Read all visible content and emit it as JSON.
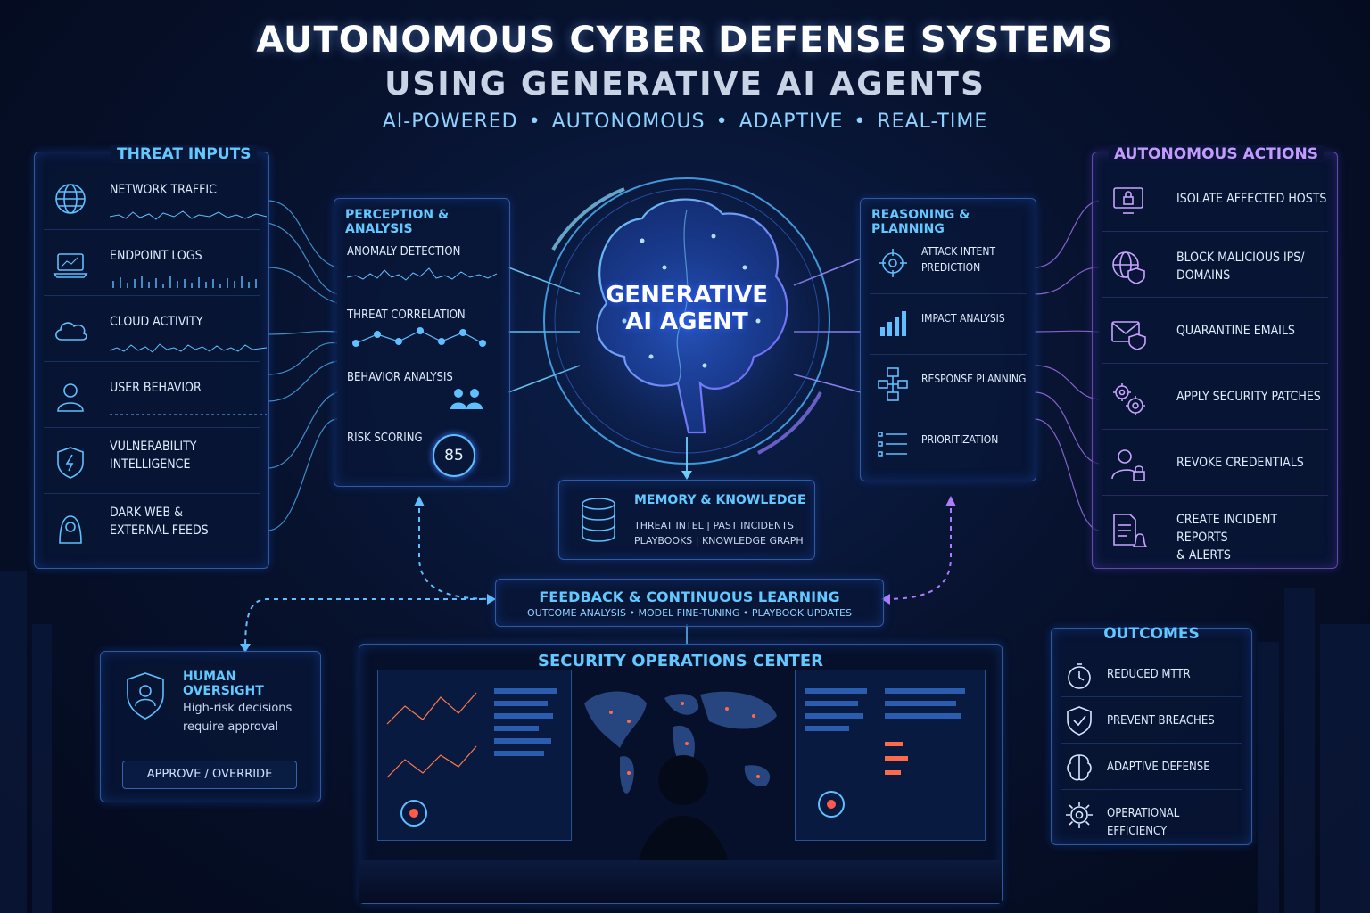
{
  "title": "AUTONOMOUS CYBER DEFENSE SYSTEMS",
  "subtitle": "USING GENERATIVE AI AGENTS",
  "tagline": [
    "AI-POWERED",
    "AUTONOMOUS",
    "ADAPTIVE",
    "REAL-TIME"
  ],
  "threat_inputs": {
    "header": "THREAT INPUTS",
    "items": [
      {
        "label": "NETWORK TRAFFIC",
        "icon": "globe-icon"
      },
      {
        "label": "ENDPOINT LOGS",
        "icon": "laptop-icon"
      },
      {
        "label": "CLOUD ACTIVITY",
        "icon": "cloud-icon"
      },
      {
        "label": "USER BEHAVIOR",
        "icon": "user-icon"
      },
      {
        "label": "VULNERABILITY",
        "label2": "INTELLIGENCE",
        "icon": "shield-bolt-icon"
      },
      {
        "label": "DARK WEB &",
        "label2": "EXTERNAL FEEDS",
        "icon": "hooded-figure-icon"
      }
    ]
  },
  "perception": {
    "header": "PERCEPTION & ANALYSIS",
    "items": [
      "ANOMALY DETECTION",
      "THREAT CORRELATION",
      "BEHAVIOR ANALYSIS",
      "RISK SCORING"
    ],
    "risk_score": "85"
  },
  "agent": {
    "line1": "GENERATIVE",
    "line2": "AI AGENT"
  },
  "reasoning": {
    "header": "REASONING & PLANNING",
    "items": [
      {
        "label": "ATTACK INTENT",
        "label2": "PREDICTION",
        "icon": "crosshair-icon"
      },
      {
        "label": "IMPACT ANALYSIS",
        "icon": "bar-chart-icon"
      },
      {
        "label": "RESPONSE PLANNING",
        "icon": "flowchart-icon"
      },
      {
        "label": "PRIORITIZATION",
        "icon": "list-icon"
      }
    ]
  },
  "actions": {
    "header": "AUTONOMOUS ACTIONS",
    "items": [
      {
        "label": "ISOLATE AFFECTED HOSTS",
        "icon": "lock-screen-icon"
      },
      {
        "label": "BLOCK MALICIOUS IPS/",
        "label2": "DOMAINS",
        "icon": "globe-shield-icon"
      },
      {
        "label": "QUARANTINE EMAILS",
        "icon": "envelope-shield-icon"
      },
      {
        "label": "APPLY SECURITY PATCHES",
        "icon": "gears-icon"
      },
      {
        "label": "REVOKE CREDENTIALS",
        "icon": "user-lock-icon"
      },
      {
        "label": "CREATE INCIDENT REPORTS",
        "label2": "& ALERTS",
        "icon": "report-bell-icon"
      }
    ]
  },
  "memory": {
    "header": "MEMORY & KNOWLEDGE",
    "line1": "THREAT INTEL | PAST INCIDENTS",
    "line2": "PLAYBOOKS | KNOWLEDGE GRAPH"
  },
  "feedback": {
    "header": "FEEDBACK & CONTINUOUS LEARNING",
    "items": [
      "OUTCOME ANALYSIS",
      "MODEL FINE-TUNING",
      "PLAYBOOK UPDATES"
    ]
  },
  "oversight": {
    "header": "HUMAN OVERSIGHT",
    "line1": "High-risk decisions",
    "line2": "require approval",
    "button": "APPROVE / OVERRIDE"
  },
  "soc": {
    "header": "SECURITY OPERATIONS CENTER"
  },
  "outcomes": {
    "header": "OUTCOMES",
    "items": [
      {
        "label": "REDUCED MTTR",
        "icon": "stopwatch-icon"
      },
      {
        "label": "PREVENT BREACHES",
        "icon": "shield-check-icon"
      },
      {
        "label": "ADAPTIVE DEFENSE",
        "icon": "brain-icon"
      },
      {
        "label": "OPERATIONAL EFFICIENCY",
        "icon": "gear-icon"
      }
    ]
  },
  "colors": {
    "accent_blue": "#5fbfff",
    "accent_purple": "#c29bff",
    "background": "#07122e"
  }
}
